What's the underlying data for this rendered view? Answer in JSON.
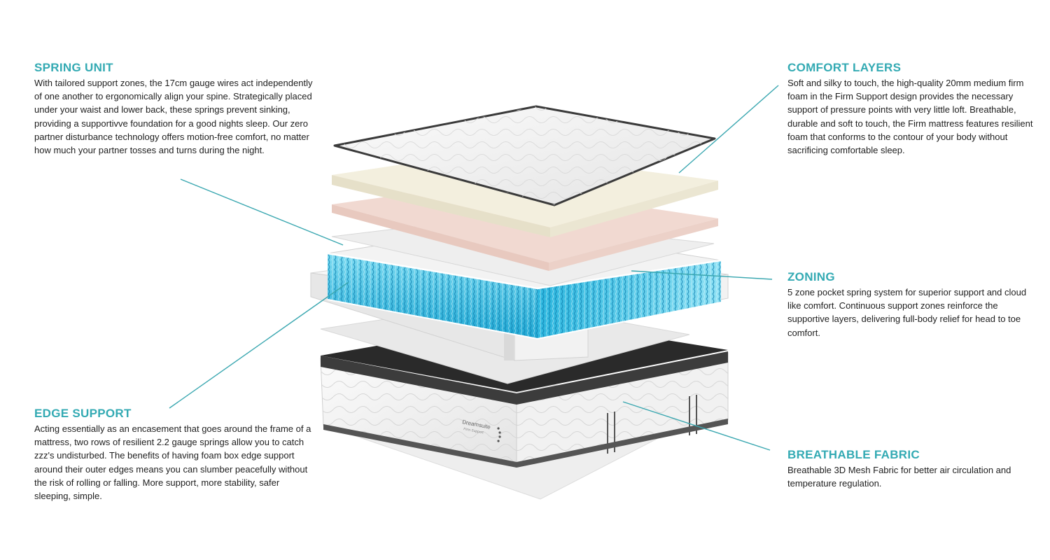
{
  "callouts": {
    "spring_unit": {
      "title": "SPRING UNIT",
      "text": "With tailored support zones, the 17cm gauge wires act independently of one another to ergonomically align your spine. Strategically placed under your waist and lower back, these springs prevent sinking, providing a supportivve foundation for a good nights sleep. Our zero partner disturbance technology offers motion-free comfort, no matter how much your partner tosses and turns during the night."
    },
    "edge_support": {
      "title": "EDGE SUPPORT",
      "text": "Acting essentially as an encasement that goes around the frame of a mattress, two rows of resilient 2.2 gauge springs allow you to catch zzz's undisturbed. The benefits of having foam box edge support around their outer edges means you can slumber peacefully without the risk of rolling or falling. More support, more stability, safer sleeping, simple."
    },
    "comfort_layers": {
      "title": "COMFORT LAYERS",
      "text": "Soft and silky to touch, the high-quality 20mm medium firm foam in the Firm Support design provides the necessary support of pressure points with very little loft. Breathable, durable and soft to touch, the Firm mattress features resilient foam that conforms to the contour of your body without sacrificing comfortable sleep."
    },
    "zoning": {
      "title": "ZONING",
      "text": "5 zone pocket spring system for superior support and cloud like comfort. Continuous support zones reinforce  the supportive layers, delivering full-body relief for head to toe comfort."
    },
    "breathable_fabric": {
      "title": "BREATHABLE FABRIC",
      "text": "Breathable 3D Mesh Fabric for better air circulation and temperature regulation."
    }
  },
  "mattress": {
    "brand": "Dreamsuite",
    "model": "Firm Support"
  },
  "colors": {
    "accent": "#33aab3",
    "leader_line": "#3aa7b0",
    "spring_blue": "#3cc3e3",
    "comfort_cream": "#f3efde",
    "comfort_pink": "#f1d9d1",
    "foam_grey": "#ececec"
  }
}
